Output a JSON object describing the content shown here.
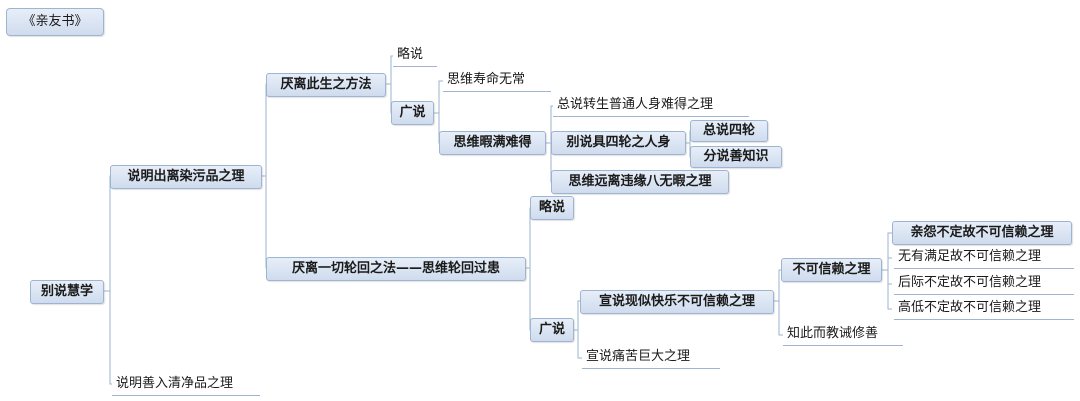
{
  "diagram": {
    "title": "《亲友书》",
    "root": "别说慧学",
    "branch_impure": "说明出离染污品之理",
    "branch_pure": "说明善入清净品之理",
    "method_this_life": "厌离此生之方法",
    "brief_1": "略说",
    "detail_1": "广说",
    "impermanence": "思维寿命无常",
    "leisure": "思维暇满难得",
    "rare_body": "总说转生普通人身难得之理",
    "four_wheels_body": "别说具四轮之人身",
    "four_wheels_general": "总说四轮",
    "virtuous_friend": "分说善知识",
    "eight_unfree": "思维远离违缘八无暇之理",
    "method_samsara": "厌离一切轮回之法——思维轮回过患",
    "brief_2": "略说",
    "detail_2": "广说",
    "happiness_unreliable": "宣说现似快乐不可信赖之理",
    "suffering_great": "宣说痛苦巨大之理",
    "unreliable": "不可信赖之理",
    "exhort_virtue": "知此而教诫修善",
    "r1": "亲怨不定故不可信赖之理",
    "r2": "无有满足故不可信赖之理",
    "r3": "后际不定故不可信赖之理",
    "r4": "高低不定故不可信赖之理"
  }
}
